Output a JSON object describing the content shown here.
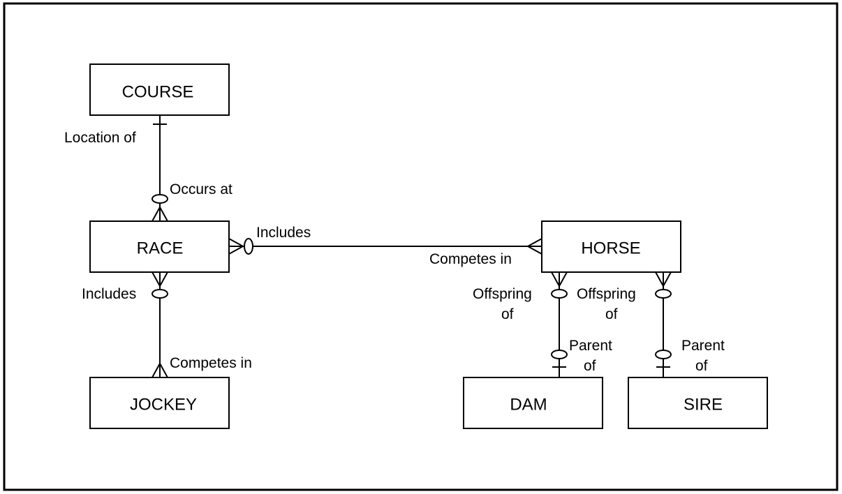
{
  "entities": {
    "course": "COURSE",
    "race": "RACE",
    "horse": "HORSE",
    "jockey": "JOCKEY",
    "dam": "DAM",
    "sire": "SIRE"
  },
  "relationships": {
    "course_location_of": "Location of",
    "race_occurs_at": "Occurs at",
    "race_includes_horse": "Includes",
    "horse_competes_in": "Competes in",
    "race_includes_jockey": "Includes",
    "jockey_competes_in": "Competes in",
    "horse_dam_offspring": [
      "Offspring",
      "of"
    ],
    "dam_parent_of": [
      "Parent",
      "of"
    ],
    "horse_sire_offspring": [
      "Offspring",
      "of"
    ],
    "sire_parent_of": [
      "Parent",
      "of"
    ]
  }
}
